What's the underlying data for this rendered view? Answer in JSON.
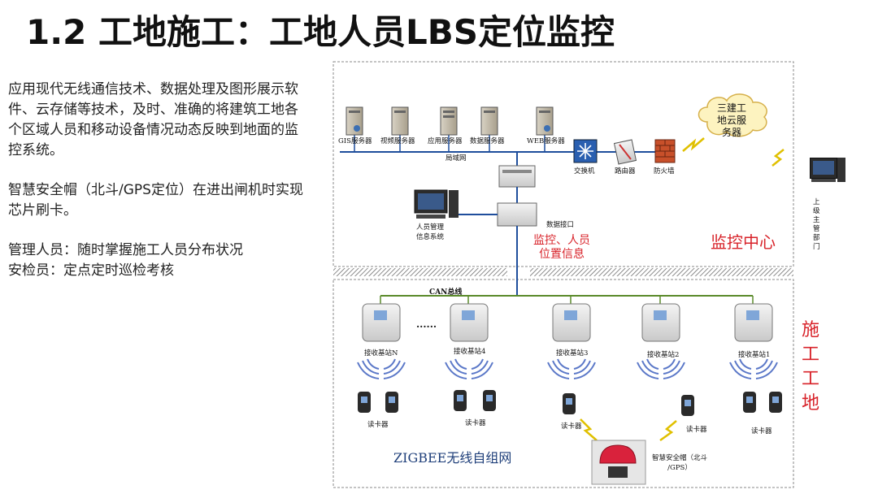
{
  "title": "1.2 工地施工：工地人员LBS定位监控",
  "paragraphs": [
    "应用现代无线通信技术、数据处理及图形展示软件、云存储等技术，及时、准确的将建筑工地各个区域人员和移动设备情况动态反映到地面的监控系统。",
    "智慧安全帽（北斗/GPS定位）在进出闸机时实现芯片刷卡。",
    "管理人员：随时掌握施工人员分布状况\n安检员：定点定时巡检考核"
  ],
  "diagram": {
    "servers": [
      {
        "label": "GIS服务器"
      },
      {
        "label": "视频服务器"
      },
      {
        "label": "应用服务器"
      },
      {
        "label": "数据服务器"
      },
      {
        "label": "WEB服务器"
      }
    ],
    "lan_label": "局域网",
    "switch_label": "交换机",
    "router_label": "路由器",
    "firewall_label": "防火墙",
    "cloud_label": "三建工\n地云服\n务器",
    "superior_label": "上级主管\n部门",
    "personnel_system_label": "人员管理\n信息系统",
    "data_interface_label": "数据接口",
    "monitor_info_label": "监控、人员\n位置信息",
    "monitor_center_label": "监控中心",
    "site_label": "施\n工\n工\n地",
    "can_bus_label": "CAN总线",
    "ellipsis": "......",
    "base_stations": [
      {
        "label": "接收基站N"
      },
      {
        "label": "接收基站4"
      },
      {
        "label": "接收基站3"
      },
      {
        "label": "接收基站2"
      },
      {
        "label": "接收基站1"
      }
    ],
    "reader_label": "读卡器",
    "zigbee_label": "ZIGBEE无线自组网",
    "helmet_label": "智慧安全帽（北斗\n/GPS）",
    "colors": {
      "accent_red": "#d8232a",
      "line_blue": "#1f4e9c",
      "line_green": "#5a8a2a",
      "wave_blue": "#5b78c8"
    }
  }
}
